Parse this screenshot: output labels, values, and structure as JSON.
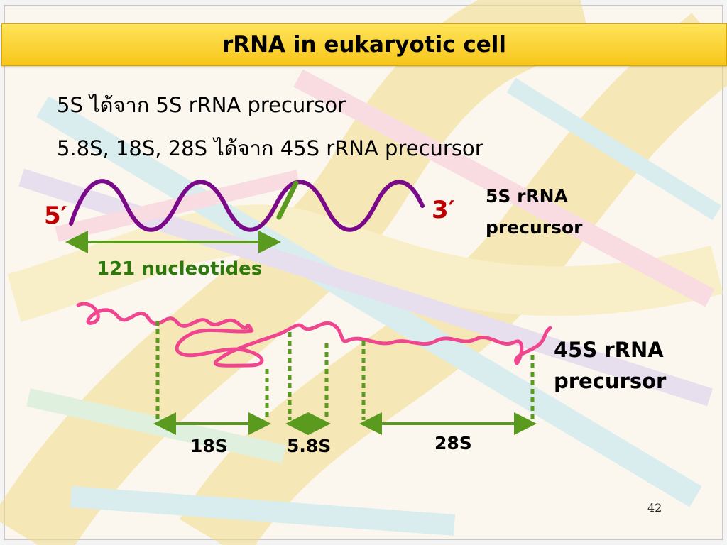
{
  "slide": {
    "title": "rRNA in eukaryotic cell",
    "bullets": [
      "5S ได้จาก 5S rRNA precursor",
      "5.8S, 18S, 28S ได้จาก 45S rRNA precursor"
    ],
    "slide_number": "42"
  },
  "diagram": {
    "five_prime": "5′",
    "three_prime": "3′",
    "precursor_5s": [
      "5S rRNA",
      "precursor"
    ],
    "nucleotides": "121 nucleotides",
    "precursor_45s": [
      "45S rRNA",
      "precursor"
    ],
    "segments": [
      "18S",
      "5.8S",
      "28S"
    ]
  },
  "colors": {
    "title_bar": "#f7c51a",
    "rna_5s": "#7b0a8a",
    "rna_45s": "#f0458f",
    "marker_green": "#5a9a1e",
    "label_green": "#2b7a0b",
    "prime_red": "#c00000"
  }
}
